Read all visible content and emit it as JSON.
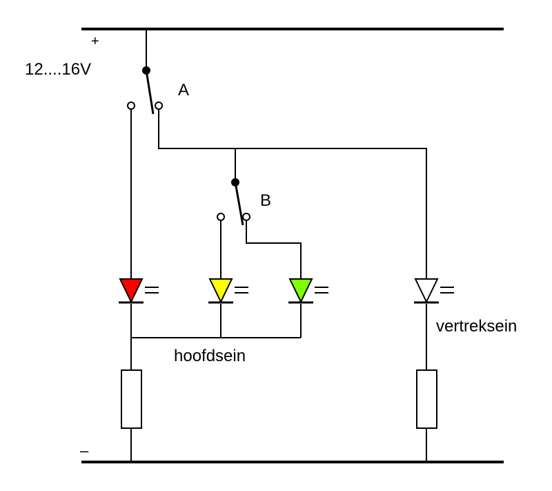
{
  "labels": {
    "plus": "+",
    "minus": "–",
    "voltage": "12....16V",
    "switch_a": "A",
    "switch_b": "B",
    "main_signal": "hoofdsein",
    "departure_signal": "vertreksein"
  },
  "colors": {
    "wire": "#000000",
    "led_red": "#ff0000",
    "led_yellow": "#ffff00",
    "led_green": "#80ff00",
    "led_white": "#ffffff"
  }
}
